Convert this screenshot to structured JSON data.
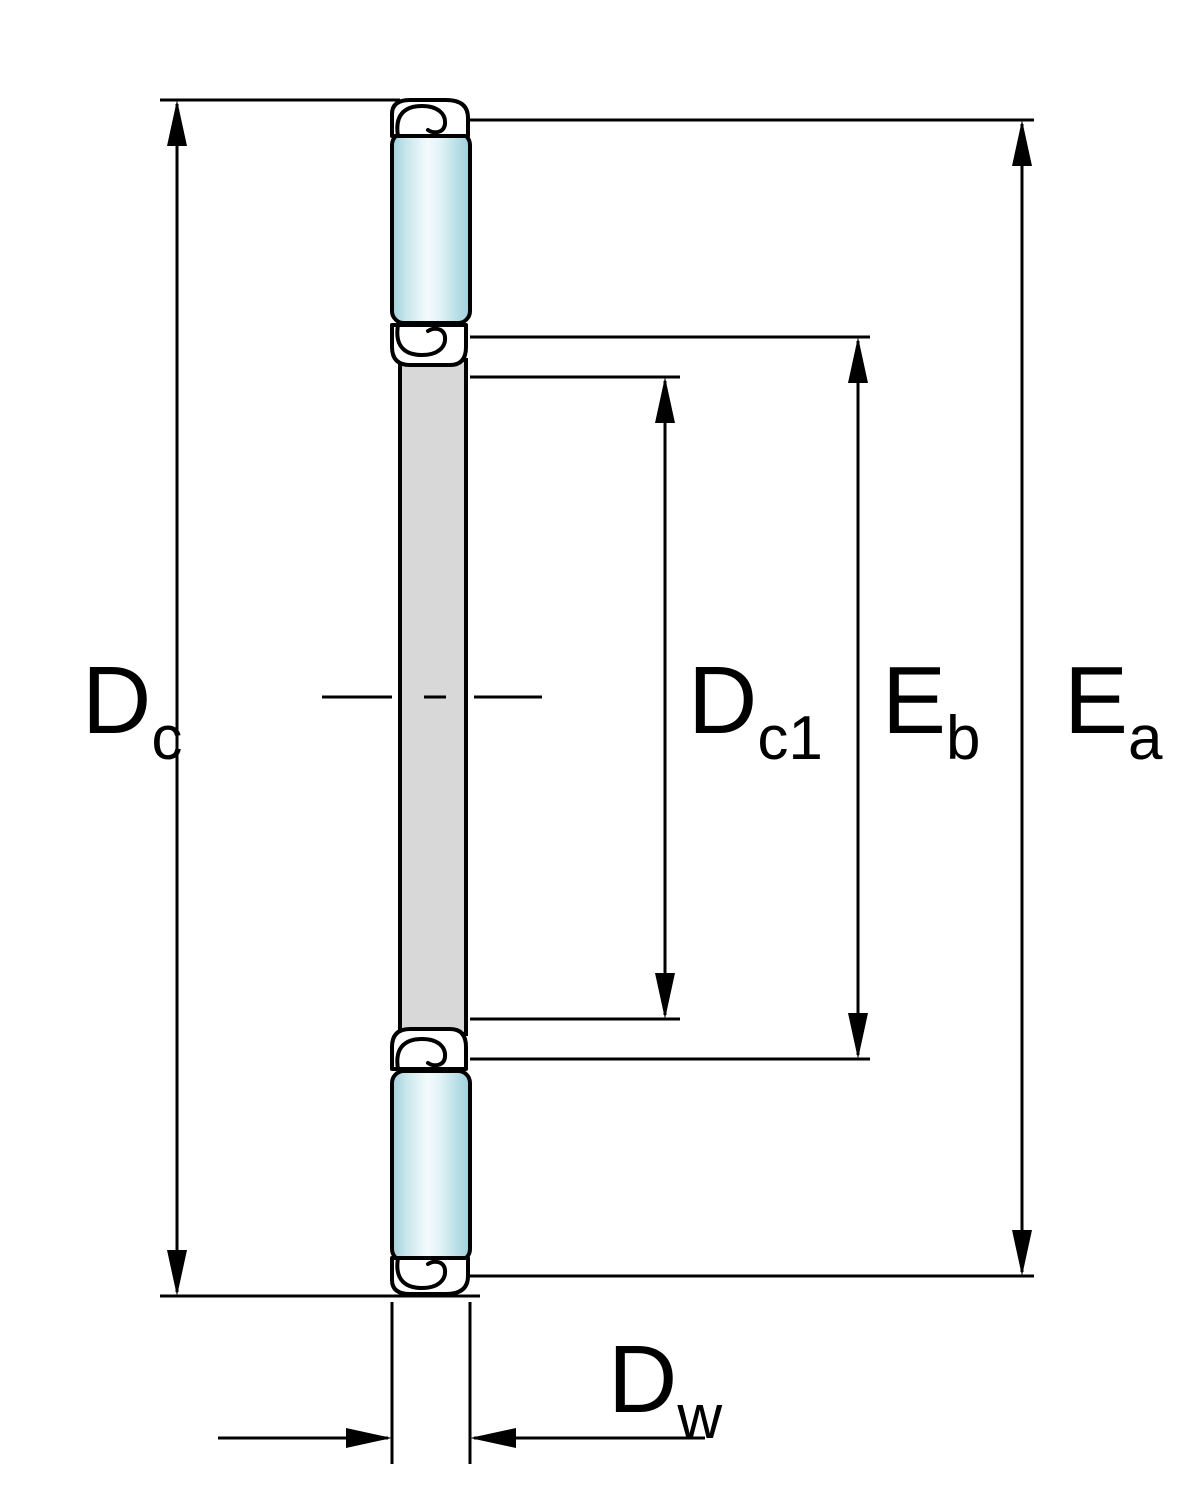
{
  "diagram": {
    "title": "thrust-needle-roller-and-cage-assembly-cross-section",
    "labels": {
      "dc": {
        "main": "D",
        "sub": "c"
      },
      "dc1": {
        "main": "D",
        "sub": "c1"
      },
      "eb": {
        "main": "E",
        "sub": "b"
      },
      "ea": {
        "main": "E",
        "sub": "a"
      },
      "dw": {
        "main": "D",
        "sub": "w"
      }
    },
    "colors": {
      "line": "#000000",
      "cage_fill": "#d8d8d8",
      "roller_edge": "#9fd0db",
      "roller_light": "#f4fbfc",
      "background": "#ffffff"
    }
  }
}
